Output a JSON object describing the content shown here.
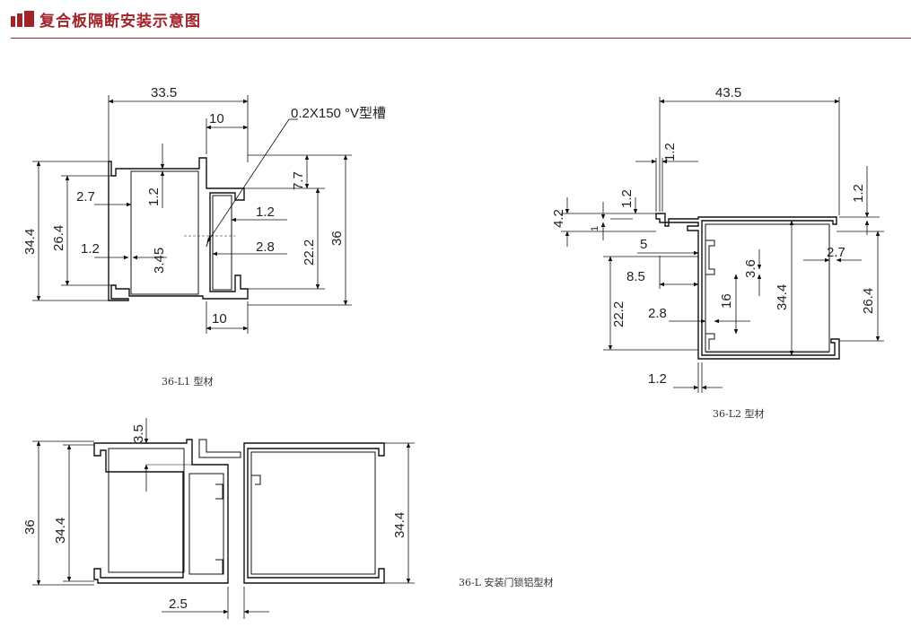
{
  "header": {
    "title": "复合板隔断安装示意图",
    "accent_color": "#a3232b"
  },
  "drawings": {
    "l1": {
      "caption": "36-L1 型材",
      "groove_note": "0.2X150 °V型槽",
      "dims": {
        "overall_width": "33.5",
        "top_slot": "10",
        "bottom_slot": "10",
        "wall_a": "2.7",
        "wall_b": "1.2",
        "wall_c": "1.2",
        "lip_a": "1.2",
        "lip_b": "3.45",
        "slot_gap": "2.8",
        "step": "7.7",
        "inner_span": "22.2",
        "overall_height": "36",
        "outer_height": "34.4",
        "inner_height": "26.4"
      }
    },
    "l2": {
      "caption": "36-L2 型材",
      "dims": {
        "overall_width": "43.5",
        "tab_width": "1.2",
        "tab_height": "1.2",
        "corner_wall": "1.2",
        "left_height": "4.2",
        "left_small": "1",
        "lip": "5",
        "offset": "8.5",
        "inner_lip": "3.6",
        "wall": "2.7",
        "slot_gap": "2.8",
        "slot_depth": "16",
        "span_left": "22.2",
        "height_mid": "34.4",
        "height_right": "26.4",
        "base_wall": "1.2"
      }
    },
    "lock": {
      "caption": "36-L 安装门锁铝型材",
      "dims": {
        "top_step": "3.5",
        "overall_height": "36",
        "inner_height_left": "34.4",
        "inner_height_right": "34.4",
        "gap": "2.5"
      }
    }
  }
}
